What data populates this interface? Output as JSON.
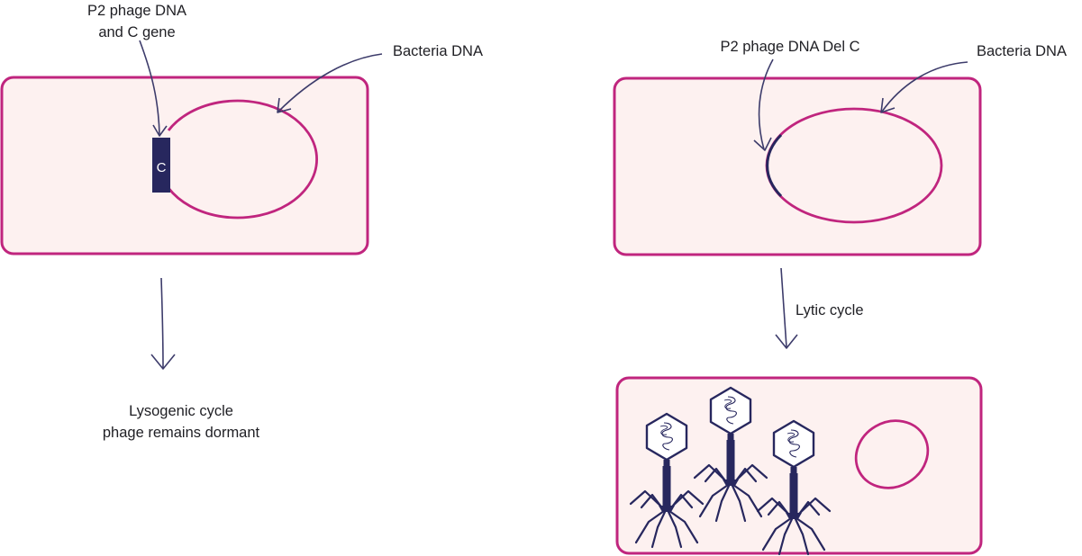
{
  "colors": {
    "membrane": "#c0257e",
    "cell_fill": "#fdf1f0",
    "phage": "#27275e",
    "arrow": "#3d3c6b",
    "text": "#1f1f24",
    "gene_text": "#ffffff"
  },
  "left_panel": {
    "label_phage_line1": "P2 phage DNA",
    "label_phage_line2": "and C gene",
    "label_bacteria": "Bacteria DNA",
    "gene_label": "C",
    "outcome_line1": "Lysogenic cycle",
    "outcome_line2": "phage remains dormant"
  },
  "right_panel": {
    "label_phage": "P2 phage DNA Del C",
    "label_bacteria": "Bacteria DNA",
    "arrow_label": "Lytic cycle"
  },
  "icons": {
    "phage": "bacteriophage-icon"
  }
}
